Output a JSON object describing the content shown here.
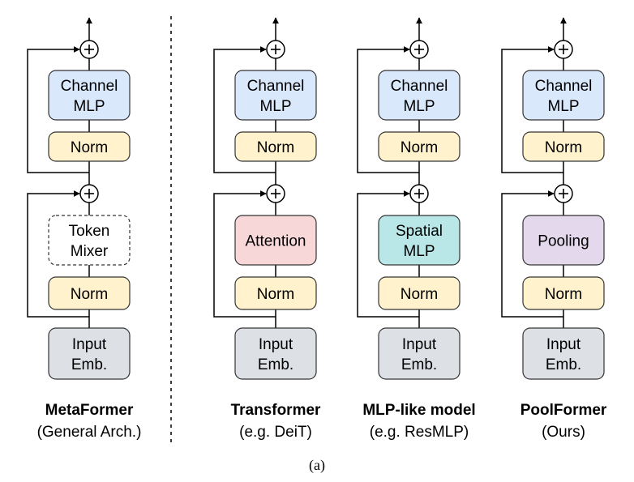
{
  "colors": {
    "channel_mlp": "#dae8fc",
    "norm": "#fff2cc",
    "input_emb": "#dde1e6",
    "token_mixer": "#ffffff",
    "attention": "#f8d7d9",
    "spatial_mlp": "#b9e6e6",
    "pooling": "#e4d9ec"
  },
  "columns": [
    {
      "id": "metaformer",
      "channel_mlp": [
        "Channel",
        "MLP"
      ],
      "norm_top": "Norm",
      "mixer": [
        "Token",
        "Mixer"
      ],
      "mixer_style": "dashed",
      "norm_bottom": "Norm",
      "input": [
        "Input",
        "Emb."
      ],
      "title": "MetaFormer",
      "subtitle": "(General Arch.)"
    },
    {
      "id": "transformer",
      "channel_mlp": [
        "Channel",
        "MLP"
      ],
      "norm_top": "Norm",
      "mixer": [
        "Attention"
      ],
      "mixer_style": "attention",
      "norm_bottom": "Norm",
      "input": [
        "Input",
        "Emb."
      ],
      "title": "Transformer",
      "subtitle": "(e.g. DeiT)"
    },
    {
      "id": "mlp-like",
      "channel_mlp": [
        "Channel",
        "MLP"
      ],
      "norm_top": "Norm",
      "mixer": [
        "Spatial",
        "MLP"
      ],
      "mixer_style": "spatial_mlp",
      "norm_bottom": "Norm",
      "input": [
        "Input",
        "Emb."
      ],
      "title": "MLP-like model",
      "subtitle": "(e.g. ResMLP)"
    },
    {
      "id": "poolformer",
      "channel_mlp": [
        "Channel",
        "MLP"
      ],
      "norm_top": "Norm",
      "mixer": [
        "Pooling"
      ],
      "mixer_style": "pooling",
      "norm_bottom": "Norm",
      "input": [
        "Input",
        "Emb."
      ],
      "title": "PoolFormer",
      "subtitle": "(Ours)"
    }
  ],
  "plus_symbol": "+",
  "figure_label": "(a)"
}
